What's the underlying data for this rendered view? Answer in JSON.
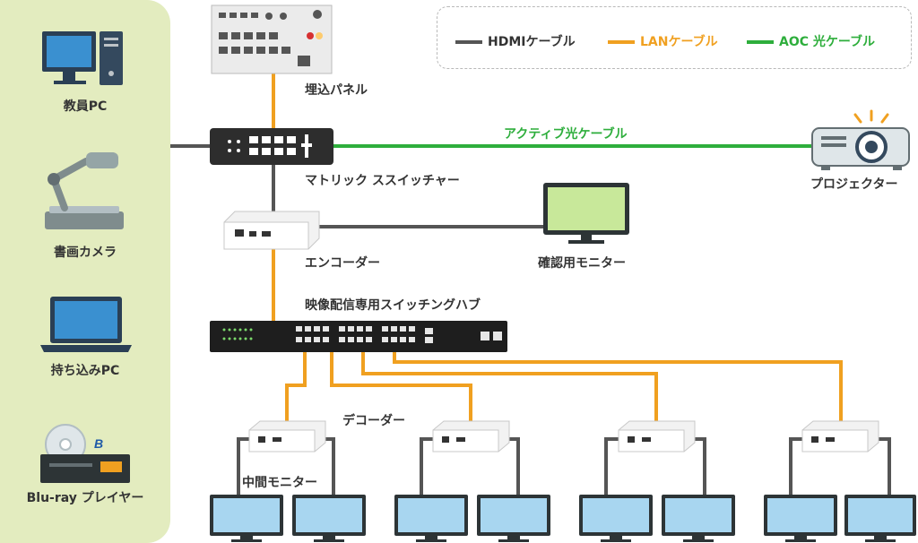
{
  "sources": {
    "pc": "教員PC",
    "camera": "書画カメラ",
    "laptop": "持ち込みPC",
    "bluray": "Blu-ray プレイヤー"
  },
  "devices": {
    "panel": "埋込パネル",
    "matrix": "マトリック ススイッチャー",
    "encoder": "エンコーダー",
    "confirm_monitor": "確認用モニター",
    "hub": "映像配信専用スイッチングハブ",
    "decoder": "デコーダー",
    "middle_monitor": "中間モニター",
    "projector": "プロジェクター"
  },
  "cable_label": "アクティブ光ケーブル",
  "legend": {
    "hdmi": "HDMIケーブル",
    "lan": "LANケーブル",
    "aoc": "AOC 光ケーブル"
  },
  "colors": {
    "hdmi": "#555555",
    "lan": "#f0a020",
    "aoc": "#2eae3c",
    "panel_bg": "#e3ecbf",
    "monitor_screen": "#a8d6f0",
    "confirm_screen": "#c8e89a"
  }
}
